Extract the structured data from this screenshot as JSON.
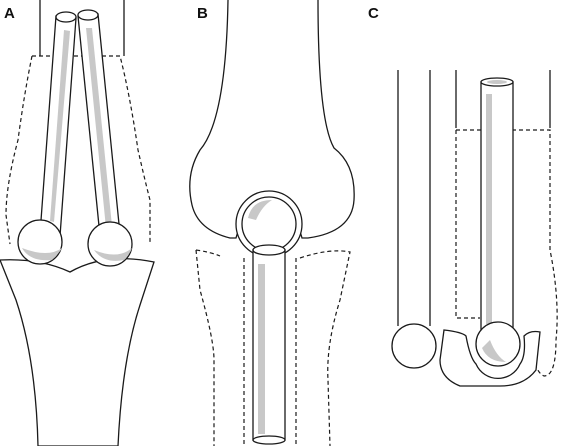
{
  "panels": {
    "a": {
      "label": "A"
    },
    "b": {
      "label": "B"
    },
    "c": {
      "label": "C"
    }
  },
  "colors": {
    "stroke": "#1a1a1a",
    "shading": "#c8c8c8",
    "background": "#ffffff"
  }
}
